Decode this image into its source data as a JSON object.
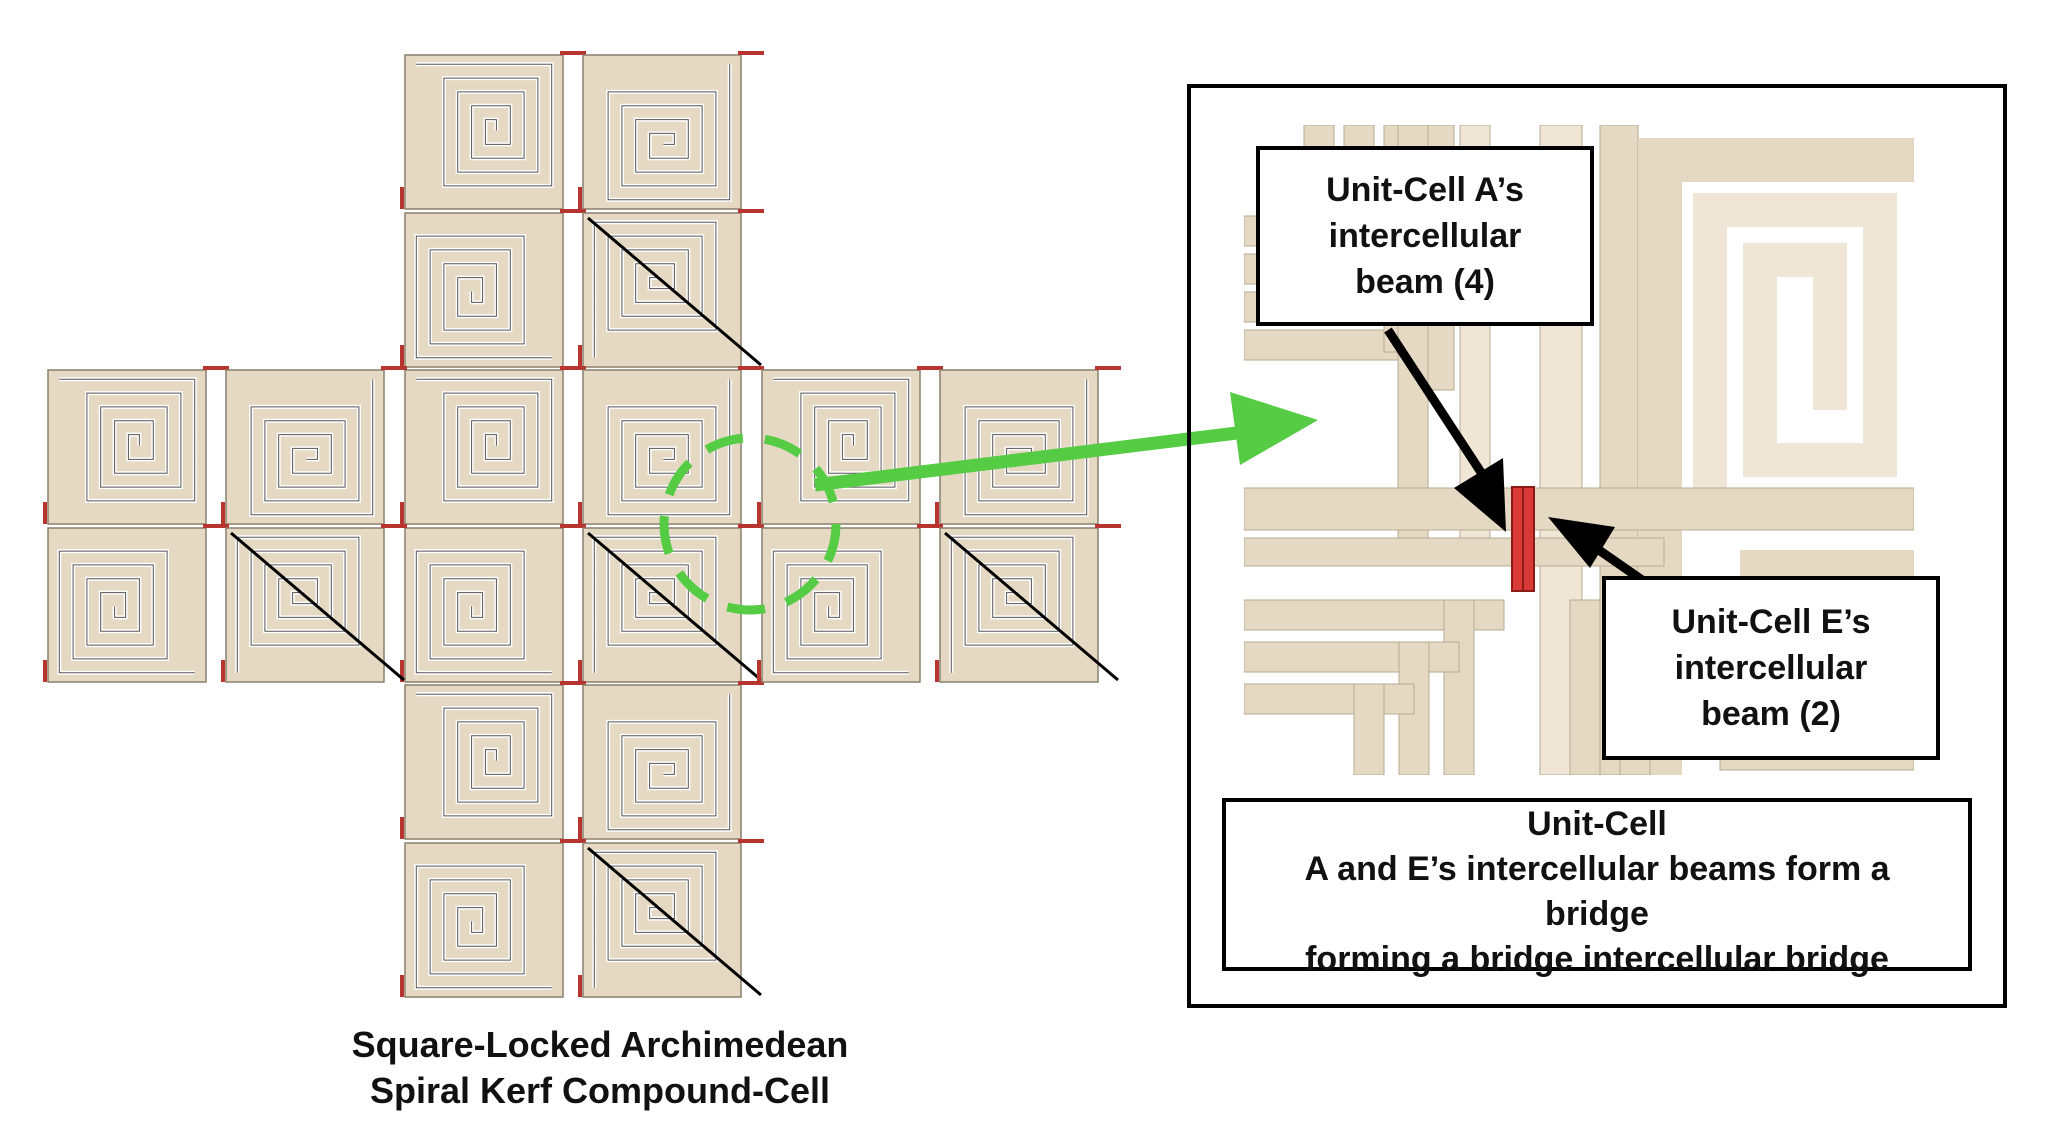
{
  "figure": {
    "caption_line1": "Square-Locked Archimedean",
    "caption_line2": "Spiral Kerf Compound-Cell"
  },
  "callouts": {
    "unit_cell_a": {
      "line1": "Unit-Cell A’s",
      "line2": "intercellular",
      "line3": "beam (4)"
    },
    "unit_cell_e": {
      "line1": "Unit-Cell E’s",
      "line2": "intercellular",
      "line3": "beam (2)"
    },
    "bridge_note": {
      "line1": "Unit-Cell",
      "line2": "A and E’s intercellular beams form a",
      "line3": "bridge",
      "line4": "forming a bridge intercellular bridge"
    }
  },
  "colors": {
    "cell_fill": "#e5d9c3",
    "cell_fill_light": "#efe6d5",
    "kerf_line": "#555555",
    "beam_red": "#d93a35",
    "arrow_green": "#55cc44",
    "outline": "#000000"
  }
}
